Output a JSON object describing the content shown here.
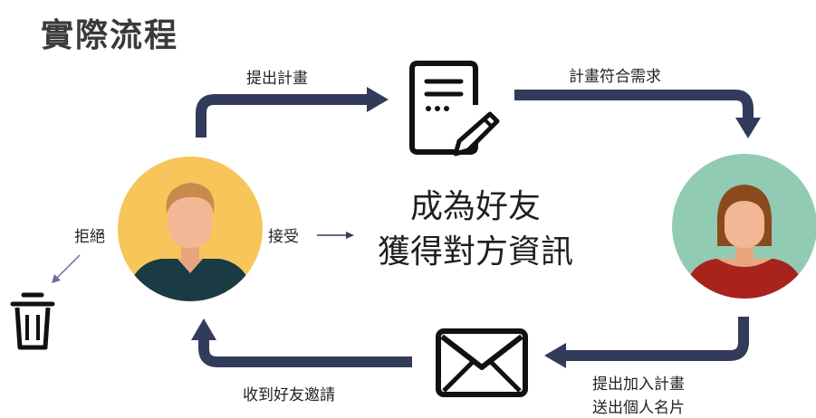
{
  "title": "實際流程",
  "steps": {
    "submit_plan": "提出計畫",
    "plan_matches": "計畫符合需求",
    "join_plan": "提出加入計畫",
    "send_card": "送出個人名片",
    "receive_invite": "收到好友邀請",
    "accept": "接受",
    "reject": "拒絕"
  },
  "outcome": {
    "line1": "成為好友",
    "line2": "獲得對方資訊"
  },
  "colors": {
    "arrow": "#333b5a",
    "person_a_bg": "#f7c55a",
    "person_b_bg": "#92cbb4",
    "person_a_shirt": "#1a3a44",
    "person_b_shirt": "#a8231c"
  }
}
